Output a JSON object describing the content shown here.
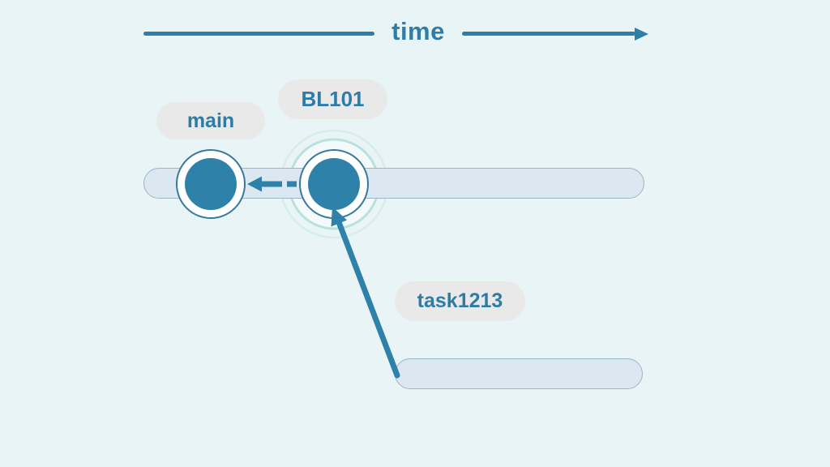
{
  "diagram": {
    "axis_label": "time",
    "branches": [
      {
        "name": "main",
        "label": "main",
        "has_commit": true,
        "highlighted": false
      },
      {
        "name": "BL101",
        "label": "BL101",
        "has_commit": true,
        "highlighted": true
      },
      {
        "name": "task1213",
        "label": "task1213",
        "has_commit": false,
        "highlighted": false
      }
    ],
    "arrows": [
      {
        "name": "parent-pointer",
        "from": "BL101",
        "to": "main",
        "style": "dashed"
      },
      {
        "name": "merge-branch",
        "from": "task1213",
        "to": "BL101-commit",
        "style": "solid"
      }
    ],
    "colors": {
      "background": "#e9f4f7",
      "accent": "#2e81a8",
      "axis": "#2e7ea7",
      "commit_ring_border": "#38799e",
      "lane_fill": "#dbe7f1",
      "lane_border": "#9ab5cb",
      "label_bg": "#e9e9e9",
      "label_text": "#2e7ca6",
      "highlight_ring": "#b9e2da"
    }
  }
}
